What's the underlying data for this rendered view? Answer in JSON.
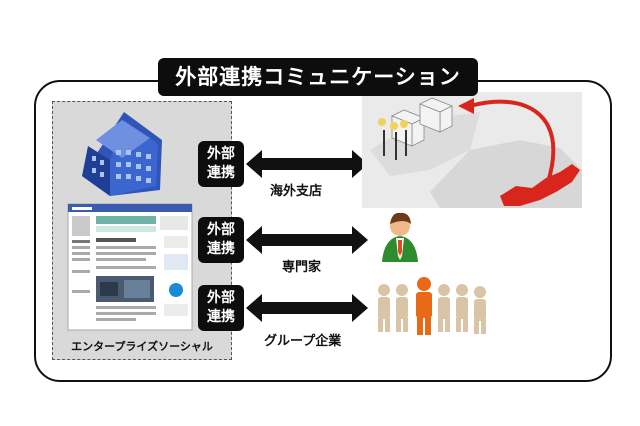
{
  "title": "外部連携コミュニケーション",
  "panel_caption": "エンタープライズソーシャル",
  "links": [
    {
      "badge_line1": "外部",
      "badge_line2": "連携",
      "label": "海外支店"
    },
    {
      "badge_line1": "外部",
      "badge_line2": "連携",
      "label": "専門家"
    },
    {
      "badge_line1": "外部",
      "badge_line2": "連携",
      "label": "グループ企業"
    }
  ],
  "colors": {
    "badge": "#0d0d0d",
    "building": "#2f55b8",
    "map_highlight": "#d9261c",
    "expert_tie": "#e04a1c",
    "expert_suit": "#2e8b2e"
  }
}
